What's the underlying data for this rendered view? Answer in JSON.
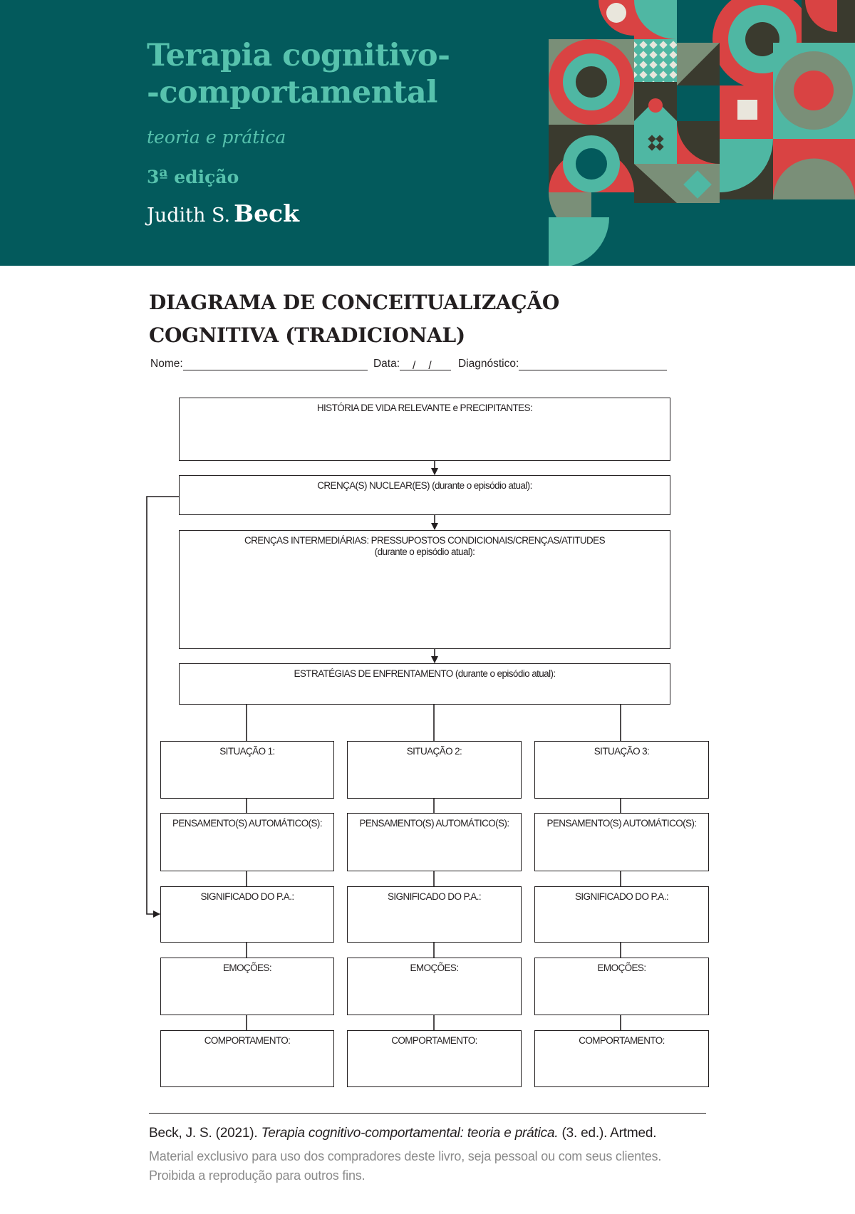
{
  "book": {
    "title_line1": "Terapia cognitivo-",
    "title_line2": "-comportamental",
    "subtitle": "teoria e prática",
    "edition": "3ª edição",
    "author_first": "Judith S.",
    "author_last": "Beck"
  },
  "document": {
    "title_line1": "DIAGRAMA DE CONCEITUALIZAÇÃO",
    "title_line2": "COGNITIVA (TRADICIONAL)"
  },
  "form_fields": {
    "name_label": "Nome:",
    "date_label": "Data:",
    "date_sep1": "/",
    "date_sep2": "/",
    "diagnosis_label": "Diagnóstico:"
  },
  "diagram": {
    "history": "HISTÓRIA DE VIDA RELEVANTE e PRECIPITANTES:",
    "core_beliefs": "CRENÇA(S) NUCLEAR(ES) (durante o episódio atual):",
    "intermediate_beliefs_line1": "CRENÇAS INTERMEDIÁRIAS: PRESSUPOSTOS CONDICIONAIS/CRENÇAS/ATITUDES",
    "intermediate_beliefs_line2": "(durante o episódio atual):",
    "coping_strategies": "ESTRATÉGIAS DE ENFRENTAMENTO (durante o episódio atual):",
    "columns": [
      {
        "situation": "SITUAÇÃO 1:",
        "automatic_thoughts": "PENSAMENTO(S) AUTOMÁTICO(S):",
        "meaning": "SIGNIFICADO DO P.A.:",
        "emotions": "EMOÇÕES:",
        "behavior": "COMPORTAMENTO:"
      },
      {
        "situation": "SITUAÇÃO 2:",
        "automatic_thoughts": "PENSAMENTO(S) AUTOMÁTICO(S):",
        "meaning": "SIGNIFICADO DO P.A.:",
        "emotions": "EMOÇÕES:",
        "behavior": "COMPORTAMENTO:"
      },
      {
        "situation": "SITUAÇÃO 3:",
        "automatic_thoughts": "PENSAMENTO(S) AUTOMÁTICO(S):",
        "meaning": "SIGNIFICADO DO P.A.:",
        "emotions": "EMOÇÕES:",
        "behavior": "COMPORTAMENTO:"
      }
    ]
  },
  "footer": {
    "citation_prefix": "Beck, J. S. (2021). ",
    "citation_title": "Terapia cognitivo-comportamental: teoria e prática.",
    "citation_suffix": " (3. ed.). Artmed.",
    "notice_line1": "Material exclusivo para uso dos compradores deste livro, seja pessoal ou com seus clientes.",
    "notice_line2": "Proibida a reprodução para outros fins."
  },
  "colors": {
    "banner": "#035a5c",
    "title_accent": "#57c2ad",
    "art_red": "#d94343",
    "art_teal": "#4fb7a3",
    "art_dark": "#3a3a2e",
    "art_sage": "#7a8f78",
    "art_cream": "#e9e6dc"
  }
}
